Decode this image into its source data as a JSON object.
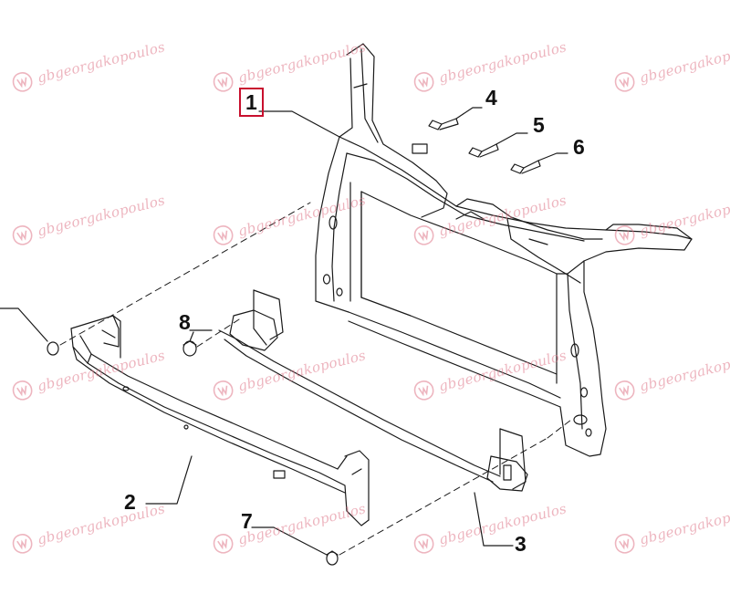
{
  "watermark": {
    "text": "gbgeorgakopoulos",
    "color": "#e07a8c"
  },
  "callouts": [
    {
      "id": "1",
      "label": "1",
      "boxed": true
    },
    {
      "id": "2",
      "label": "2"
    },
    {
      "id": "3",
      "label": "3"
    },
    {
      "id": "4",
      "label": "4"
    },
    {
      "id": "5",
      "label": "5"
    },
    {
      "id": "6",
      "label": "6"
    },
    {
      "id": "7",
      "label": "7"
    },
    {
      "id": "8",
      "label": "8"
    }
  ],
  "colors": {
    "line": "#1a1a1a",
    "highlight": "#c8102e"
  }
}
